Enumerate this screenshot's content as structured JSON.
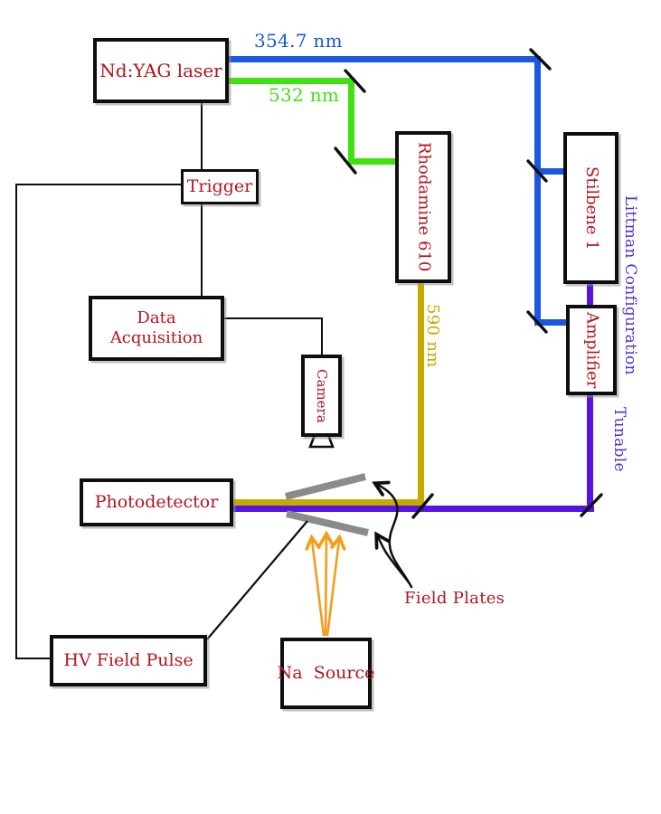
{
  "labels": {
    "nd_yag": "Nd:YAG laser",
    "trigger": "Trigger",
    "data_acquisition": "Data Acquisition",
    "camera": "Camera",
    "rhodamine": "Rhodamine 610",
    "stilbene": "Stilbene 1",
    "amplifier": "Amplifier",
    "photodetector": "Photodetector",
    "hv_field_pulse": "HV Field Pulse",
    "na_source": "Na  Source",
    "wavelength_354": "354.7 nm",
    "wavelength_532": "532 nm",
    "wavelength_590": "590 nm",
    "littman": "Littman Configuration",
    "tunable": "Tunable",
    "field_plates": "Field Plates"
  },
  "colors": {
    "beam_354nm_blue": "#1b57e0",
    "beam_532nm_green": "#3fe110",
    "beam_590nm_yellow": "#c6aa00",
    "beam_tunable_purple": "#5712e4",
    "purple_label_text": "#5430d6",
    "box_label_red": "#b5141f",
    "na_beam_orange": "#f59d1d",
    "field_plate_gray": "#8b8b8b",
    "line_black": "#0e0e0e"
  }
}
